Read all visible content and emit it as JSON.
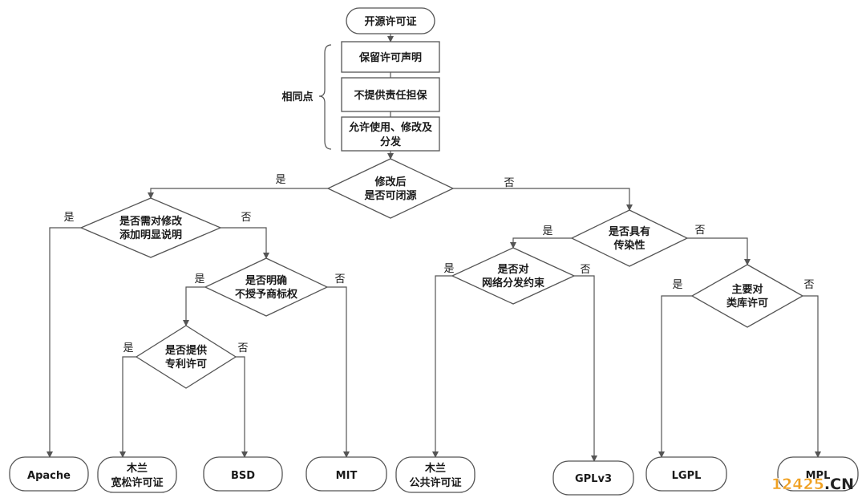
{
  "root": "开源许可证",
  "common_label": "相同点",
  "common": [
    "保留许可声明",
    "不提供责任担保",
    [
      "允许使用、修改及",
      "分发"
    ]
  ],
  "d_closed": [
    "修改后",
    "是否可闭源"
  ],
  "d_notice": [
    "是否需对修改",
    "添加明显说明"
  ],
  "d_trademark": [
    "是否明确",
    "不授予商标权"
  ],
  "d_patent": [
    "是否提供",
    "专利许可"
  ],
  "d_viral": [
    "是否具有",
    "传染性"
  ],
  "d_network": [
    "是否对",
    "网络分发约束"
  ],
  "d_library": [
    "主要对",
    "类库许可"
  ],
  "yes": "是",
  "no": "否",
  "licenses": {
    "apache": "Apache",
    "mulan_psl": [
      "木兰",
      "宽松许可证"
    ],
    "bsd": "BSD",
    "mit": "MIT",
    "mulan_pub": [
      "木兰",
      "公共许可证"
    ],
    "gplv3": "GPLv3",
    "lgpl": "LGPL",
    "mpl": "MPL"
  },
  "watermark": {
    "main": "12425",
    "suffix": ".CN"
  }
}
